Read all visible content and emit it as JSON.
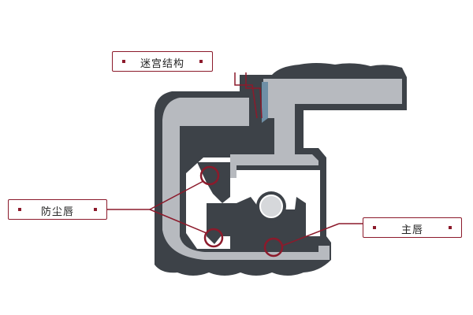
{
  "labels": {
    "labyrinth": "迷宫结构",
    "dust_lip": "防尘唇",
    "main_lip": "主唇"
  },
  "colors": {
    "accent": "#8c1a2b",
    "rubber": "#3d4248",
    "metal": "#b7babf",
    "grease": "#6f8fa6"
  },
  "icons": [
    "bullet-square-icon"
  ]
}
